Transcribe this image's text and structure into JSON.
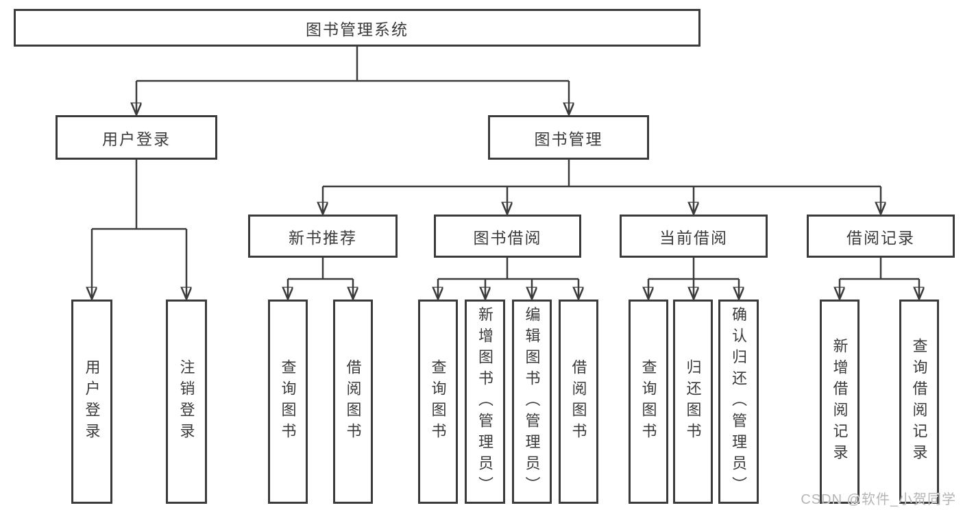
{
  "tree": {
    "root": {
      "label": "图书管理系统"
    },
    "children": [
      {
        "label": "用户登录",
        "children": [
          {
            "label": "用户登录"
          },
          {
            "label": "注销登录"
          }
        ]
      },
      {
        "label": "图书管理",
        "children": [
          {
            "label": "新书推荐",
            "children": [
              {
                "label": "查询图书"
              },
              {
                "label": "借阅图书"
              }
            ]
          },
          {
            "label": "图书借阅",
            "children": [
              {
                "label": "查询图书"
              },
              {
                "label": "新增图书（管理员）"
              },
              {
                "label": "编辑图书（管理员）"
              },
              {
                "label": "借阅图书"
              }
            ]
          },
          {
            "label": "当前借阅",
            "children": [
              {
                "label": "查询图书"
              },
              {
                "label": "归还图书"
              },
              {
                "label": "确认归还（管理员）"
              }
            ]
          },
          {
            "label": "借阅记录",
            "children": [
              {
                "label": "新增借阅记录"
              },
              {
                "label": "查询借阅记录"
              }
            ]
          }
        ]
      }
    ]
  },
  "watermark": {
    "text": "CSDN @软件_小贺同学"
  },
  "colors": {
    "line": "#3b3b3b",
    "box_border": "#3b3b3b",
    "text": "#3a3a3a",
    "background": "#ffffff",
    "watermark": "#b5b5b5"
  }
}
